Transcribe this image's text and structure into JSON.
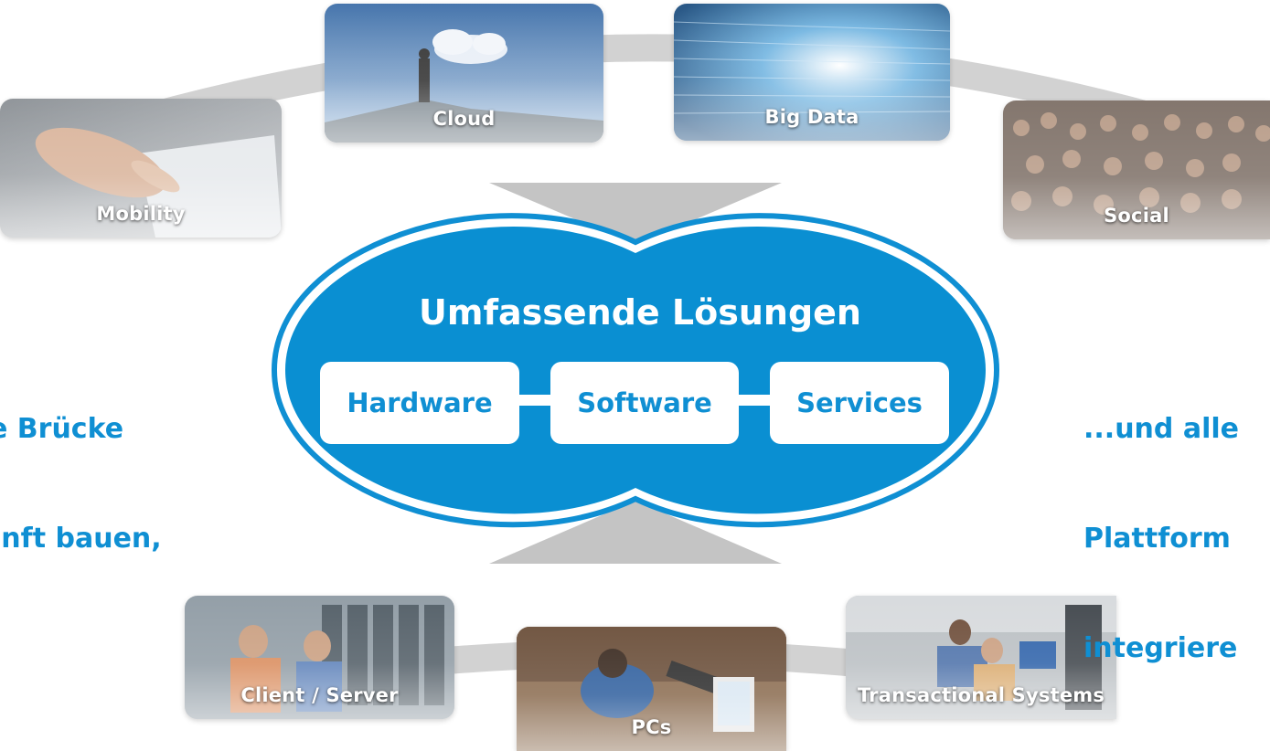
{
  "center": {
    "title": "Umfassende Lösungen",
    "pillars": [
      "Hardware",
      "Software",
      "Services"
    ]
  },
  "left_text": {
    "line1": "e Brücke",
    "line2": "kunft bauen,"
  },
  "right_text": {
    "line1": "...und alle",
    "line2": "Plattform",
    "line3": "integriere"
  },
  "top_tiles": [
    {
      "label": "Mobility",
      "icon": "tablet-touch-photo"
    },
    {
      "label": "Cloud",
      "icon": "man-with-cloud-photo"
    },
    {
      "label": "Big Data",
      "icon": "binary-tunnel-photo"
    },
    {
      "label": "Social",
      "icon": "crowd-photo"
    }
  ],
  "bottom_tiles": [
    {
      "label": "Client / Server",
      "icon": "server-room-photo"
    },
    {
      "label": "PCs",
      "icon": "desk-pc-photo"
    },
    {
      "label": "Transactional Systems",
      "icon": "office-workers-photo"
    }
  ],
  "colors": {
    "accent_blue": "#0f8fd3",
    "arc_gray": "#cfcfcf",
    "arrow_gray": "#c4c4c4",
    "white": "#ffffff"
  }
}
